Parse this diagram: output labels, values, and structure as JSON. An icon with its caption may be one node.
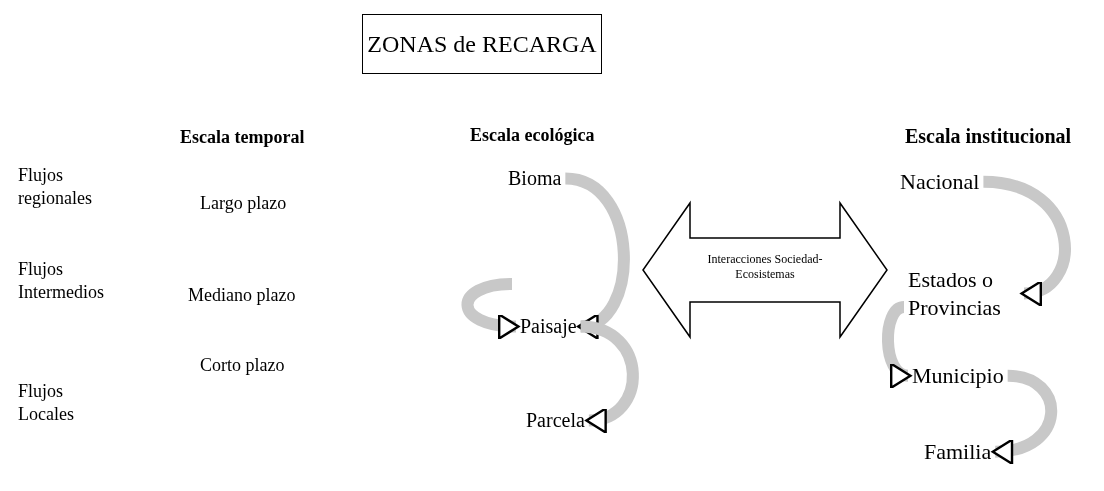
{
  "diagram": {
    "nodes": [
      {
        "text": [
          "ZONAS de RECARGA"
        ]
      },
      {
        "text": [
          "Bioma"
        ]
      },
      {
        "text": [
          "Paisaje"
        ]
      },
      {
        "text": [
          "Parcela"
        ]
      },
      {
        "text": [
          "Interacciones Sociedad-Ecosistemas"
        ]
      },
      {
        "text": [
          "Nacional"
        ]
      },
      {
        "text": [
          "Estados o Provincias"
        ]
      },
      {
        "text": [
          "Municipio"
        ]
      },
      {
        "text": [
          "Familia"
        ]
      }
    ],
    "edges": [
      {
        "from": 1,
        "to": 2,
        "arrow": "to"
      },
      {
        "from": null,
        "to": 2,
        "arrow": "to"
      },
      {
        "from": 2,
        "to": 3,
        "arrow": "to"
      },
      {
        "from": 5,
        "to": 6,
        "arrow": "to"
      },
      {
        "from": 6,
        "to": 7,
        "arrow": "to"
      },
      {
        "from": 7,
        "to": 8,
        "arrow": "to"
      }
    ],
    "labels": [
      "Escala temporal",
      "Escala ecológica",
      "Escala institucional",
      "Flujos regionales",
      "Largo plazo",
      "Flujos Intermedios",
      "Mediano plazo",
      "Corto plazo",
      "Flujos Locales"
    ]
  }
}
